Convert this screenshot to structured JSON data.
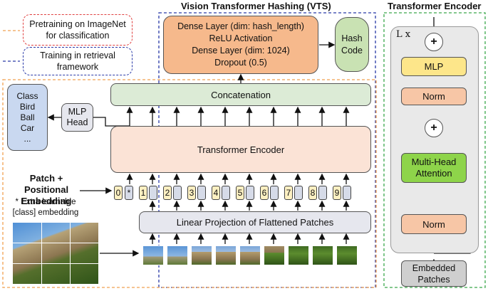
{
  "titles": {
    "vts": "Vision Transformer Hashing (VTS)",
    "encoder": "Transformer Encoder"
  },
  "legend": {
    "pretraining": "Pretraining on ImageNet for classification",
    "training": "Training in retrieval framework"
  },
  "head_block": {
    "lines": [
      "Dense Layer (dim: hash_length)",
      "ReLU Activation",
      "Dense Layer (dim: 1024)",
      "Dropout (0.5)"
    ]
  },
  "hash_code": "Hash Code",
  "concatenation": "Concatenation",
  "transformer_encoder": "Transformer Encoder",
  "linear_projection": "Linear Projection of Flattened Patches",
  "mlp_head": "MLP Head",
  "classes": [
    "Class",
    "Bird",
    "Ball",
    "Car",
    "..."
  ],
  "patch_embedding": {
    "title": "Patch + Positional Embedding",
    "note": "* Extra learnable [class] embedding"
  },
  "tokens": {
    "class_index": "0",
    "class_marker": "*",
    "indices": [
      "1",
      "2",
      "3",
      "4",
      "5",
      "6",
      "7",
      "8",
      "9"
    ]
  },
  "encoder_detail": {
    "repeat": "L x",
    "plus": "+",
    "mlp": "MLP",
    "norm": "Norm",
    "attention": "Multi-Head Attention",
    "embedded_patches": "Embedded Patches"
  },
  "colors": {
    "orange_dash": "#f0a050",
    "blue_dash": "#2a3aa8",
    "red_dash": "#e04040",
    "green_dash": "#3aa84a",
    "head_block": "#f6b98c",
    "hash_code": "#c9e2b3",
    "concat": "#dcebd6",
    "encoder": "#fbe3d6",
    "projection": "#e6e7ee",
    "class_list": "#c9d8f0",
    "mlp_yellow": "#fde68a",
    "norm": "#f7c6a6",
    "attention": "#8ed44a",
    "embedded": "#cfcfcf"
  }
}
